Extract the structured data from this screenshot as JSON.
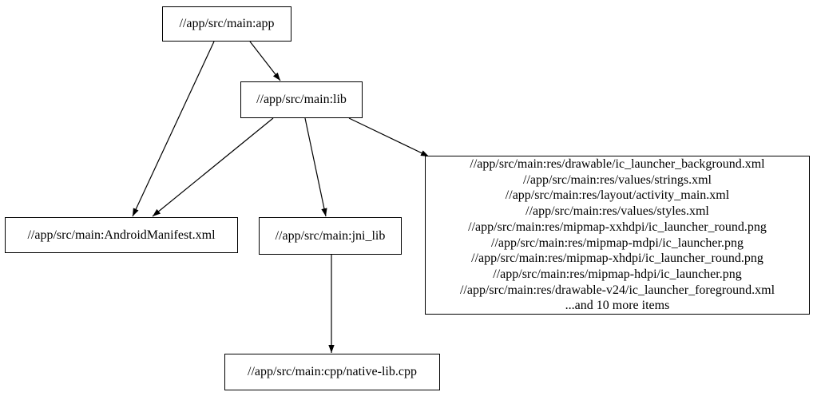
{
  "diagram_type": "build-dependency-graph",
  "colors": {
    "background": "#ffffff",
    "node_border": "#000000",
    "edge": "#000000",
    "text": "#000000"
  },
  "nodes": {
    "app": {
      "label": "//app/src/main:app"
    },
    "lib": {
      "label": "//app/src/main:lib"
    },
    "android_manifest": {
      "label": "//app/src/main:AndroidManifest.xml"
    },
    "jni_lib": {
      "label": "//app/src/main:jni_lib"
    },
    "res_group": {
      "lines": [
        "//app/src/main:res/drawable/ic_launcher_background.xml",
        "//app/src/main:res/values/strings.xml",
        "//app/src/main:res/layout/activity_main.xml",
        "//app/src/main:res/values/styles.xml",
        "//app/src/main:res/mipmap-xxhdpi/ic_launcher_round.png",
        "//app/src/main:res/mipmap-mdpi/ic_launcher.png",
        "//app/src/main:res/mipmap-xhdpi/ic_launcher_round.png",
        "//app/src/main:res/mipmap-hdpi/ic_launcher.png",
        "//app/src/main:res/drawable-v24/ic_launcher_foreground.xml",
        "...and 10 more items"
      ]
    },
    "native_lib": {
      "label": "//app/src/main:cpp/native-lib.cpp"
    }
  },
  "edges": [
    {
      "from": "app",
      "to": "android_manifest"
    },
    {
      "from": "app",
      "to": "lib"
    },
    {
      "from": "lib",
      "to": "android_manifest"
    },
    {
      "from": "lib",
      "to": "jni_lib"
    },
    {
      "from": "lib",
      "to": "res_group"
    },
    {
      "from": "jni_lib",
      "to": "native_lib"
    }
  ]
}
